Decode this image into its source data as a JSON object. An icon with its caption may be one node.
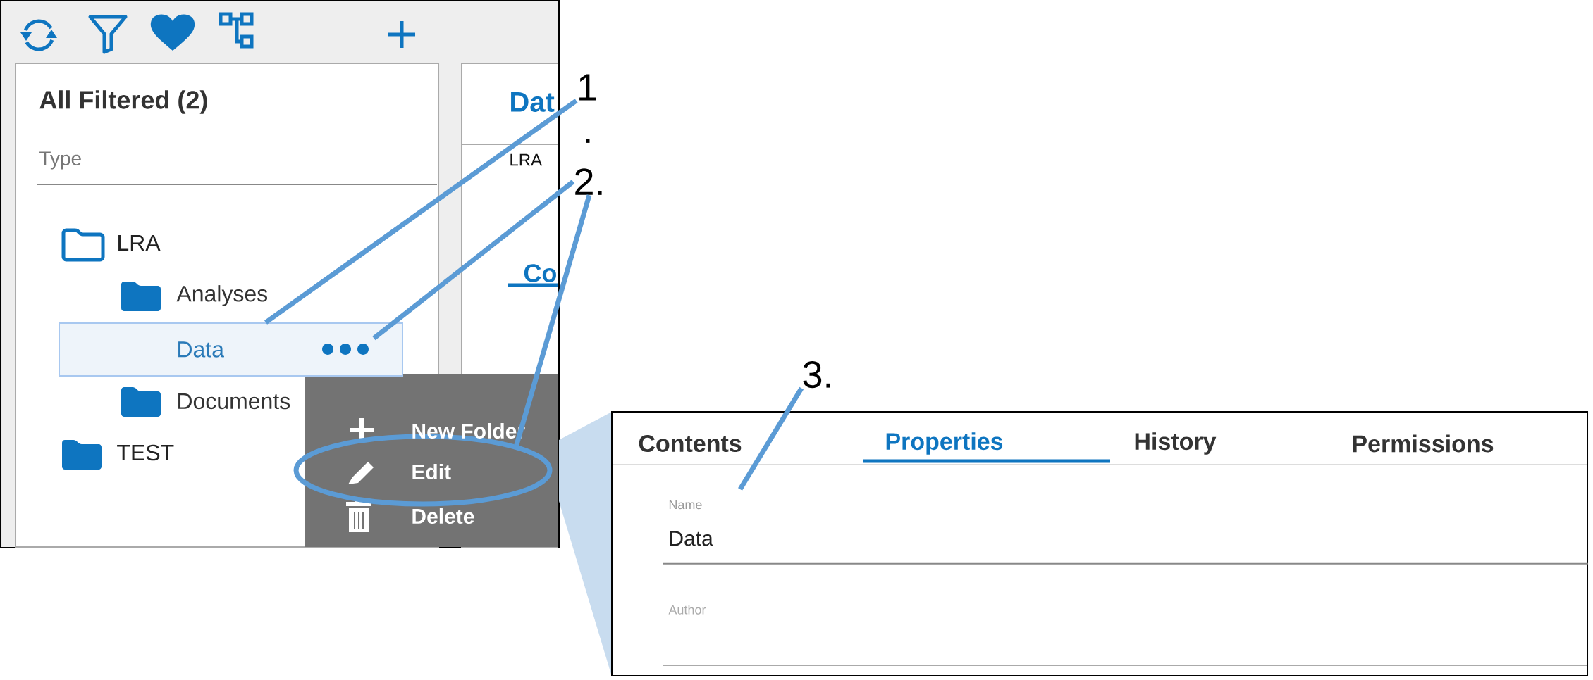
{
  "diagram": {
    "nodes": [
      {
        "text": [
          "1"
        ]
      },
      {
        "text": [
          "2."
        ]
      },
      {
        "text": [
          "3."
        ]
      },
      {
        "text": [
          "Data"
        ]
      },
      {
        "text": [],
        "shape": "picture",
        "in": 3
      },
      {
        "text": [
          "Edit"
        ]
      },
      {
        "text": [
          "Name",
          "Data"
        ]
      }
    ],
    "edges": [
      {
        "from": 0,
        "to": 3,
        "arrow": "none"
      },
      {
        "from": 1,
        "to": 4,
        "arrow": "none"
      },
      {
        "from": 1,
        "to": 5,
        "arrow": "none"
      },
      {
        "from": 2,
        "to": 6,
        "arrow": "none"
      }
    ],
    "labels": [
      "All Filtered (2)",
      "Dat",
      "Type",
      "LRA",
      "LRA",
      ".",
      "Co",
      "Analyses",
      "Documents",
      "New Folder",
      "TEST",
      "Delete",
      "Contents",
      "Properties",
      "History",
      "Permissions",
      "Author"
    ]
  }
}
